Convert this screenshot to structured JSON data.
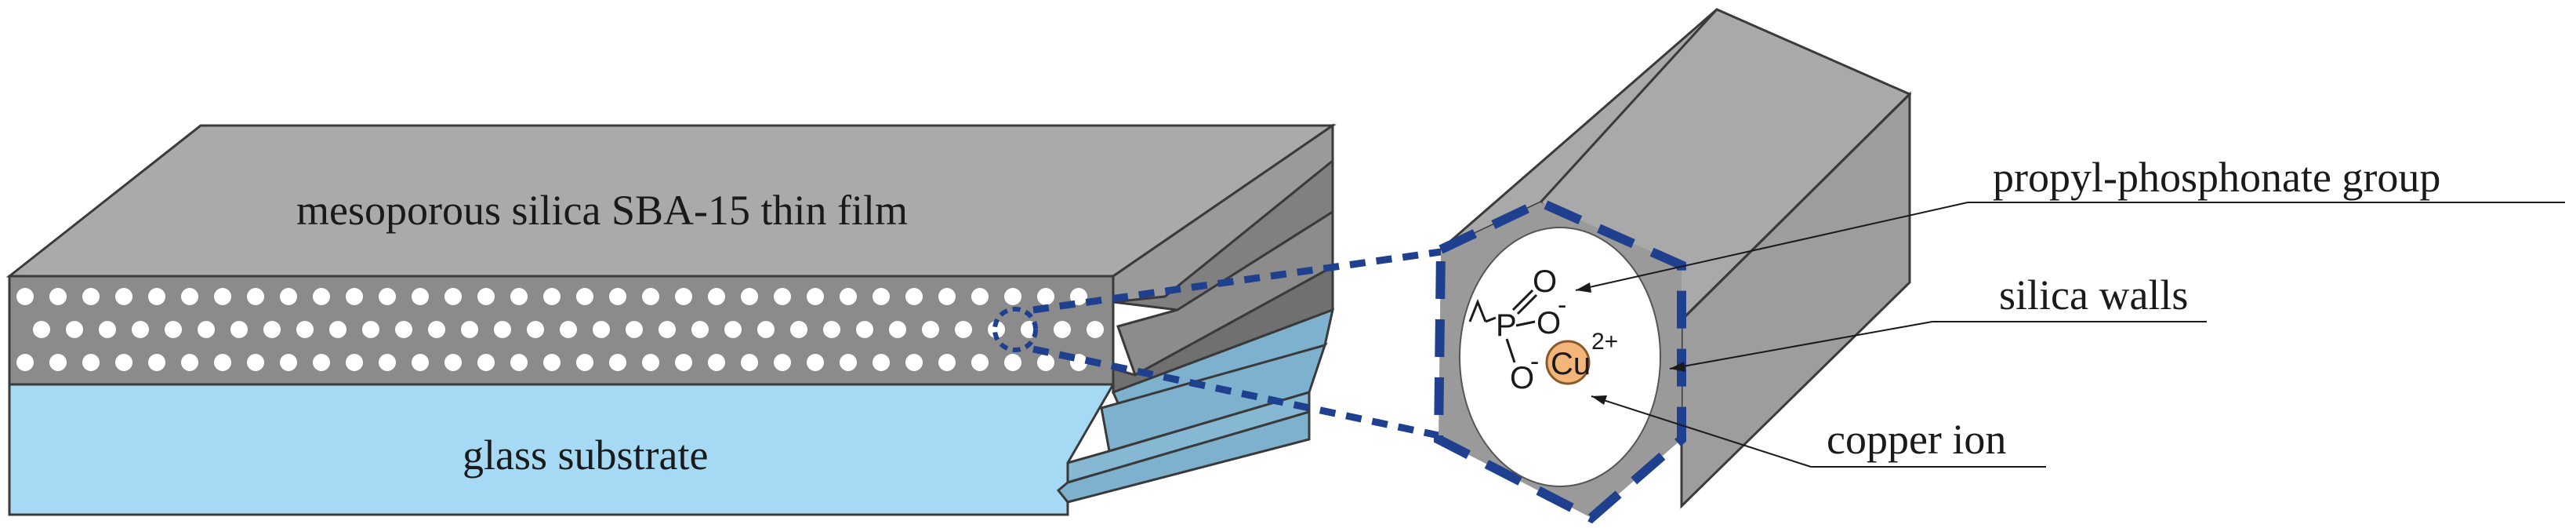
{
  "labels": {
    "film": "mesoporous silica SBA-15 thin film",
    "substrate": "glass substrate",
    "group": "propyl-phosphonate group",
    "walls": "silica walls",
    "ion": "copper ion"
  },
  "chemistry": {
    "phosphorus": "P",
    "oxygen_double": "O",
    "oxygen_right": "O",
    "oxygen_bottom": "O",
    "minus_right": "-",
    "minus_bottom": "-",
    "copper": "Cu",
    "charge": "2+"
  },
  "colors": {
    "film_top": "#a9a9a9",
    "film_front": "#8c8c8c",
    "pore": "#ffffff",
    "glass_front": "#a8d8f2",
    "glass_layer": "#7fb0cc",
    "film_layer": "#7f7f7f",
    "hexagon_outline": "#1f3f8f",
    "copper": "#f4b57a"
  }
}
